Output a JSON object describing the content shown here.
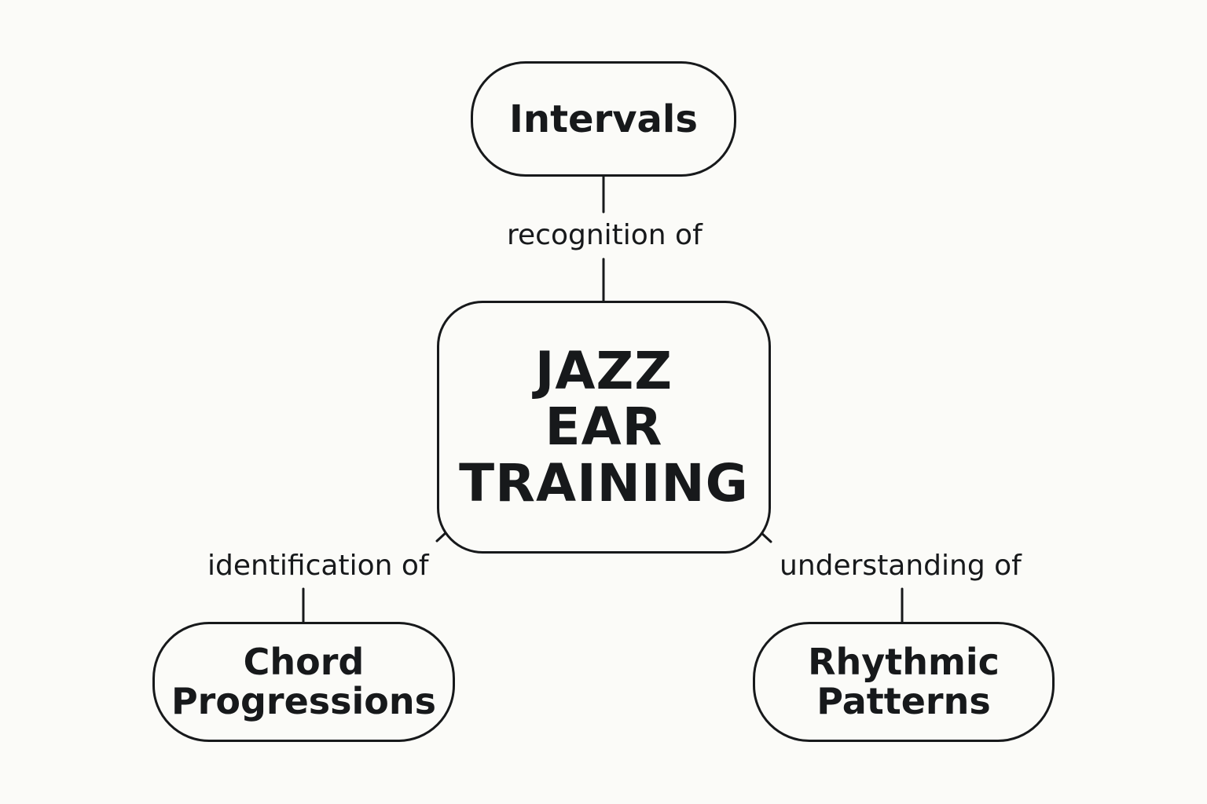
{
  "diagram": {
    "center": {
      "label": "JAZZ\nEAR\nTRAINING"
    },
    "nodes": {
      "top": {
        "label": "Intervals"
      },
      "left": {
        "label": "Chord\nProgressions"
      },
      "right": {
        "label": "Rhythmic\nPatterns"
      }
    },
    "edges": {
      "top": {
        "label": "recognition of"
      },
      "left": {
        "label": "identification of"
      },
      "right": {
        "label": "understanding of"
      }
    }
  }
}
